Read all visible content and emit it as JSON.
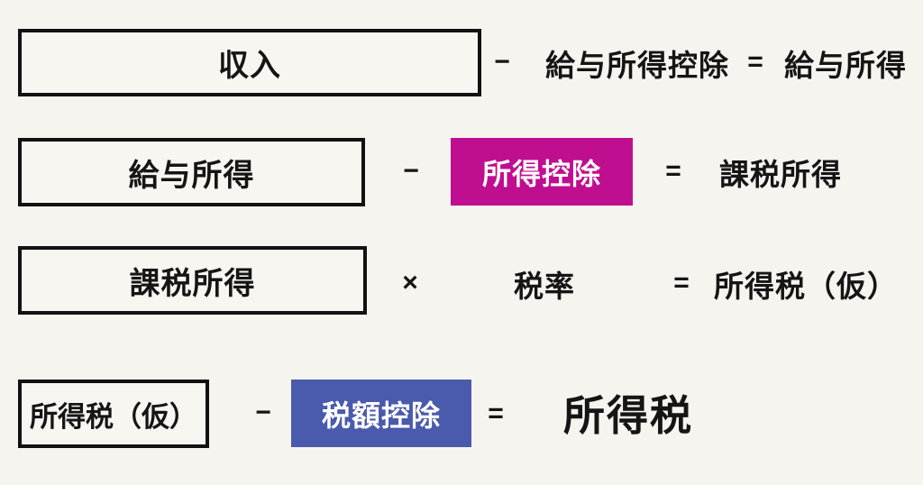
{
  "page": {
    "background_color": "#F6F4EF",
    "box_border_color": "#111111",
    "text_color": "#151515"
  },
  "colors": {
    "magenta_highlight": "#C00E90",
    "blue_highlight": "#4A5AAD",
    "highlight_text": "#FFFFFF"
  },
  "rows": [
    {
      "box_label": "収入",
      "operator": "−",
      "term": "給与所得控除",
      "equals": "=",
      "result": "給与所得"
    },
    {
      "box_label": "給与所得",
      "operator": "−",
      "highlight_label": "所得控除",
      "equals": "=",
      "result": "課税所得"
    },
    {
      "box_label": "課税所得",
      "operator": "×",
      "term": "税率",
      "equals": "=",
      "result": "所得税（仮）"
    },
    {
      "box_label": "所得税（仮）",
      "operator": "−",
      "highlight_label": "税額控除",
      "equals": "=",
      "result": "所得税"
    }
  ]
}
